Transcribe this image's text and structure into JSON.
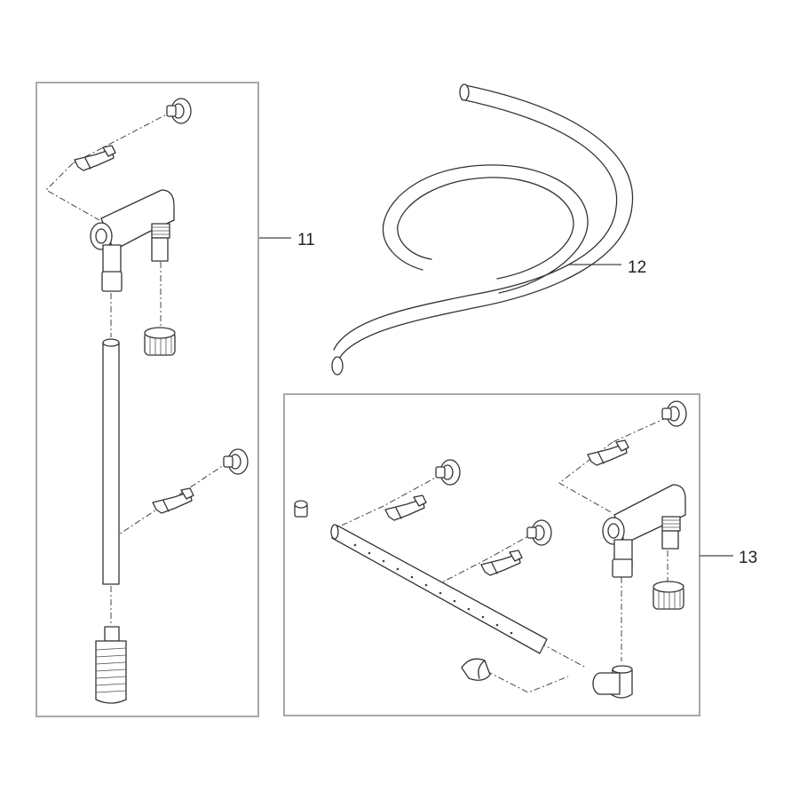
{
  "callouts": {
    "group_11": "11",
    "group_12": "12",
    "group_13": "13"
  }
}
